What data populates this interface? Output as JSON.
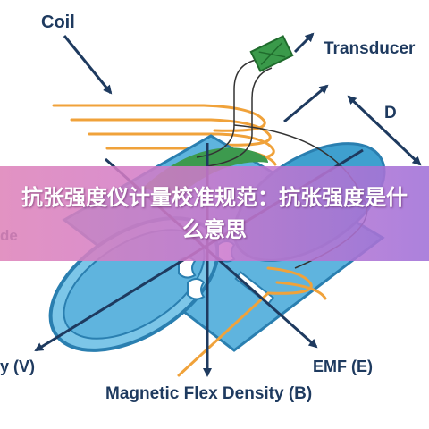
{
  "diagram": {
    "labels": {
      "coil": "Coil",
      "transducer": "Transducer",
      "distance": "D",
      "electrode": "de",
      "velocity": "y (V)",
      "emf": "EMF (E)",
      "flux_density": "Magnetic Flex Density (B)"
    },
    "colors": {
      "pipe_fill": "#5fb4de",
      "pipe_inner": "#3fa0cf",
      "pipe_outline": "#2a7fb0",
      "pipe_face": "#7cc6e8",
      "coil_wire": "#f0a23a",
      "green_band": "#3d9a4e",
      "transducer_box": "#3a9a4a",
      "arrow": "#1e3a5f",
      "background": "#ffffff"
    }
  },
  "banner": {
    "title": "抗张强度仪计量校准规范：抗张强度是什么意思",
    "colors": [
      "#de84ba",
      "#a070d8"
    ]
  }
}
